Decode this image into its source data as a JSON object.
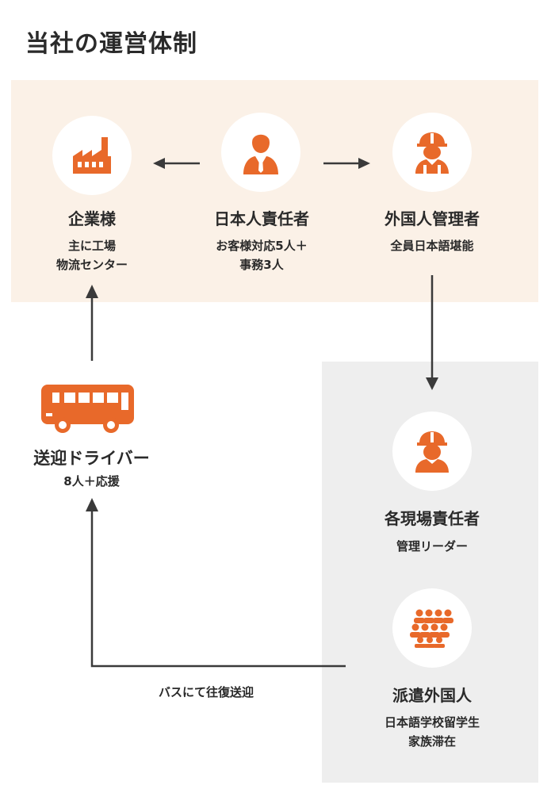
{
  "title": "当社の運営体制",
  "nodes": {
    "company": {
      "label": "企業様",
      "sub": [
        "主に工場",
        "物流センター"
      ],
      "icon": "factory-icon"
    },
    "jp_manager": {
      "label": "日本人責任者",
      "sub": [
        "お客様対応5人＋",
        "事務3人"
      ],
      "icon": "businessman-icon"
    },
    "foreign_manager": {
      "label": "外国人管理者",
      "sub": [
        "全員日本語堪能"
      ],
      "icon": "worker-helmet-icon"
    },
    "site_manager": {
      "label": "各現場責任者",
      "sub": [
        "管理リーダー"
      ],
      "icon": "worker-helmet-icon"
    },
    "dispatched": {
      "label": "派遣外国人",
      "sub": [
        "日本語学校留学生",
        "家族滞在"
      ],
      "icon": "group-icon"
    },
    "driver": {
      "label": "送迎ドライバー",
      "sub": [
        "8人＋応援"
      ],
      "icon": "bus-icon"
    }
  },
  "route_label": "バスにて往復送迎",
  "colors": {
    "accent": "#e8692a",
    "panel_top": "#fbf1e7",
    "panel_right": "#eeeeee",
    "arrow": "#3a3a3a"
  }
}
